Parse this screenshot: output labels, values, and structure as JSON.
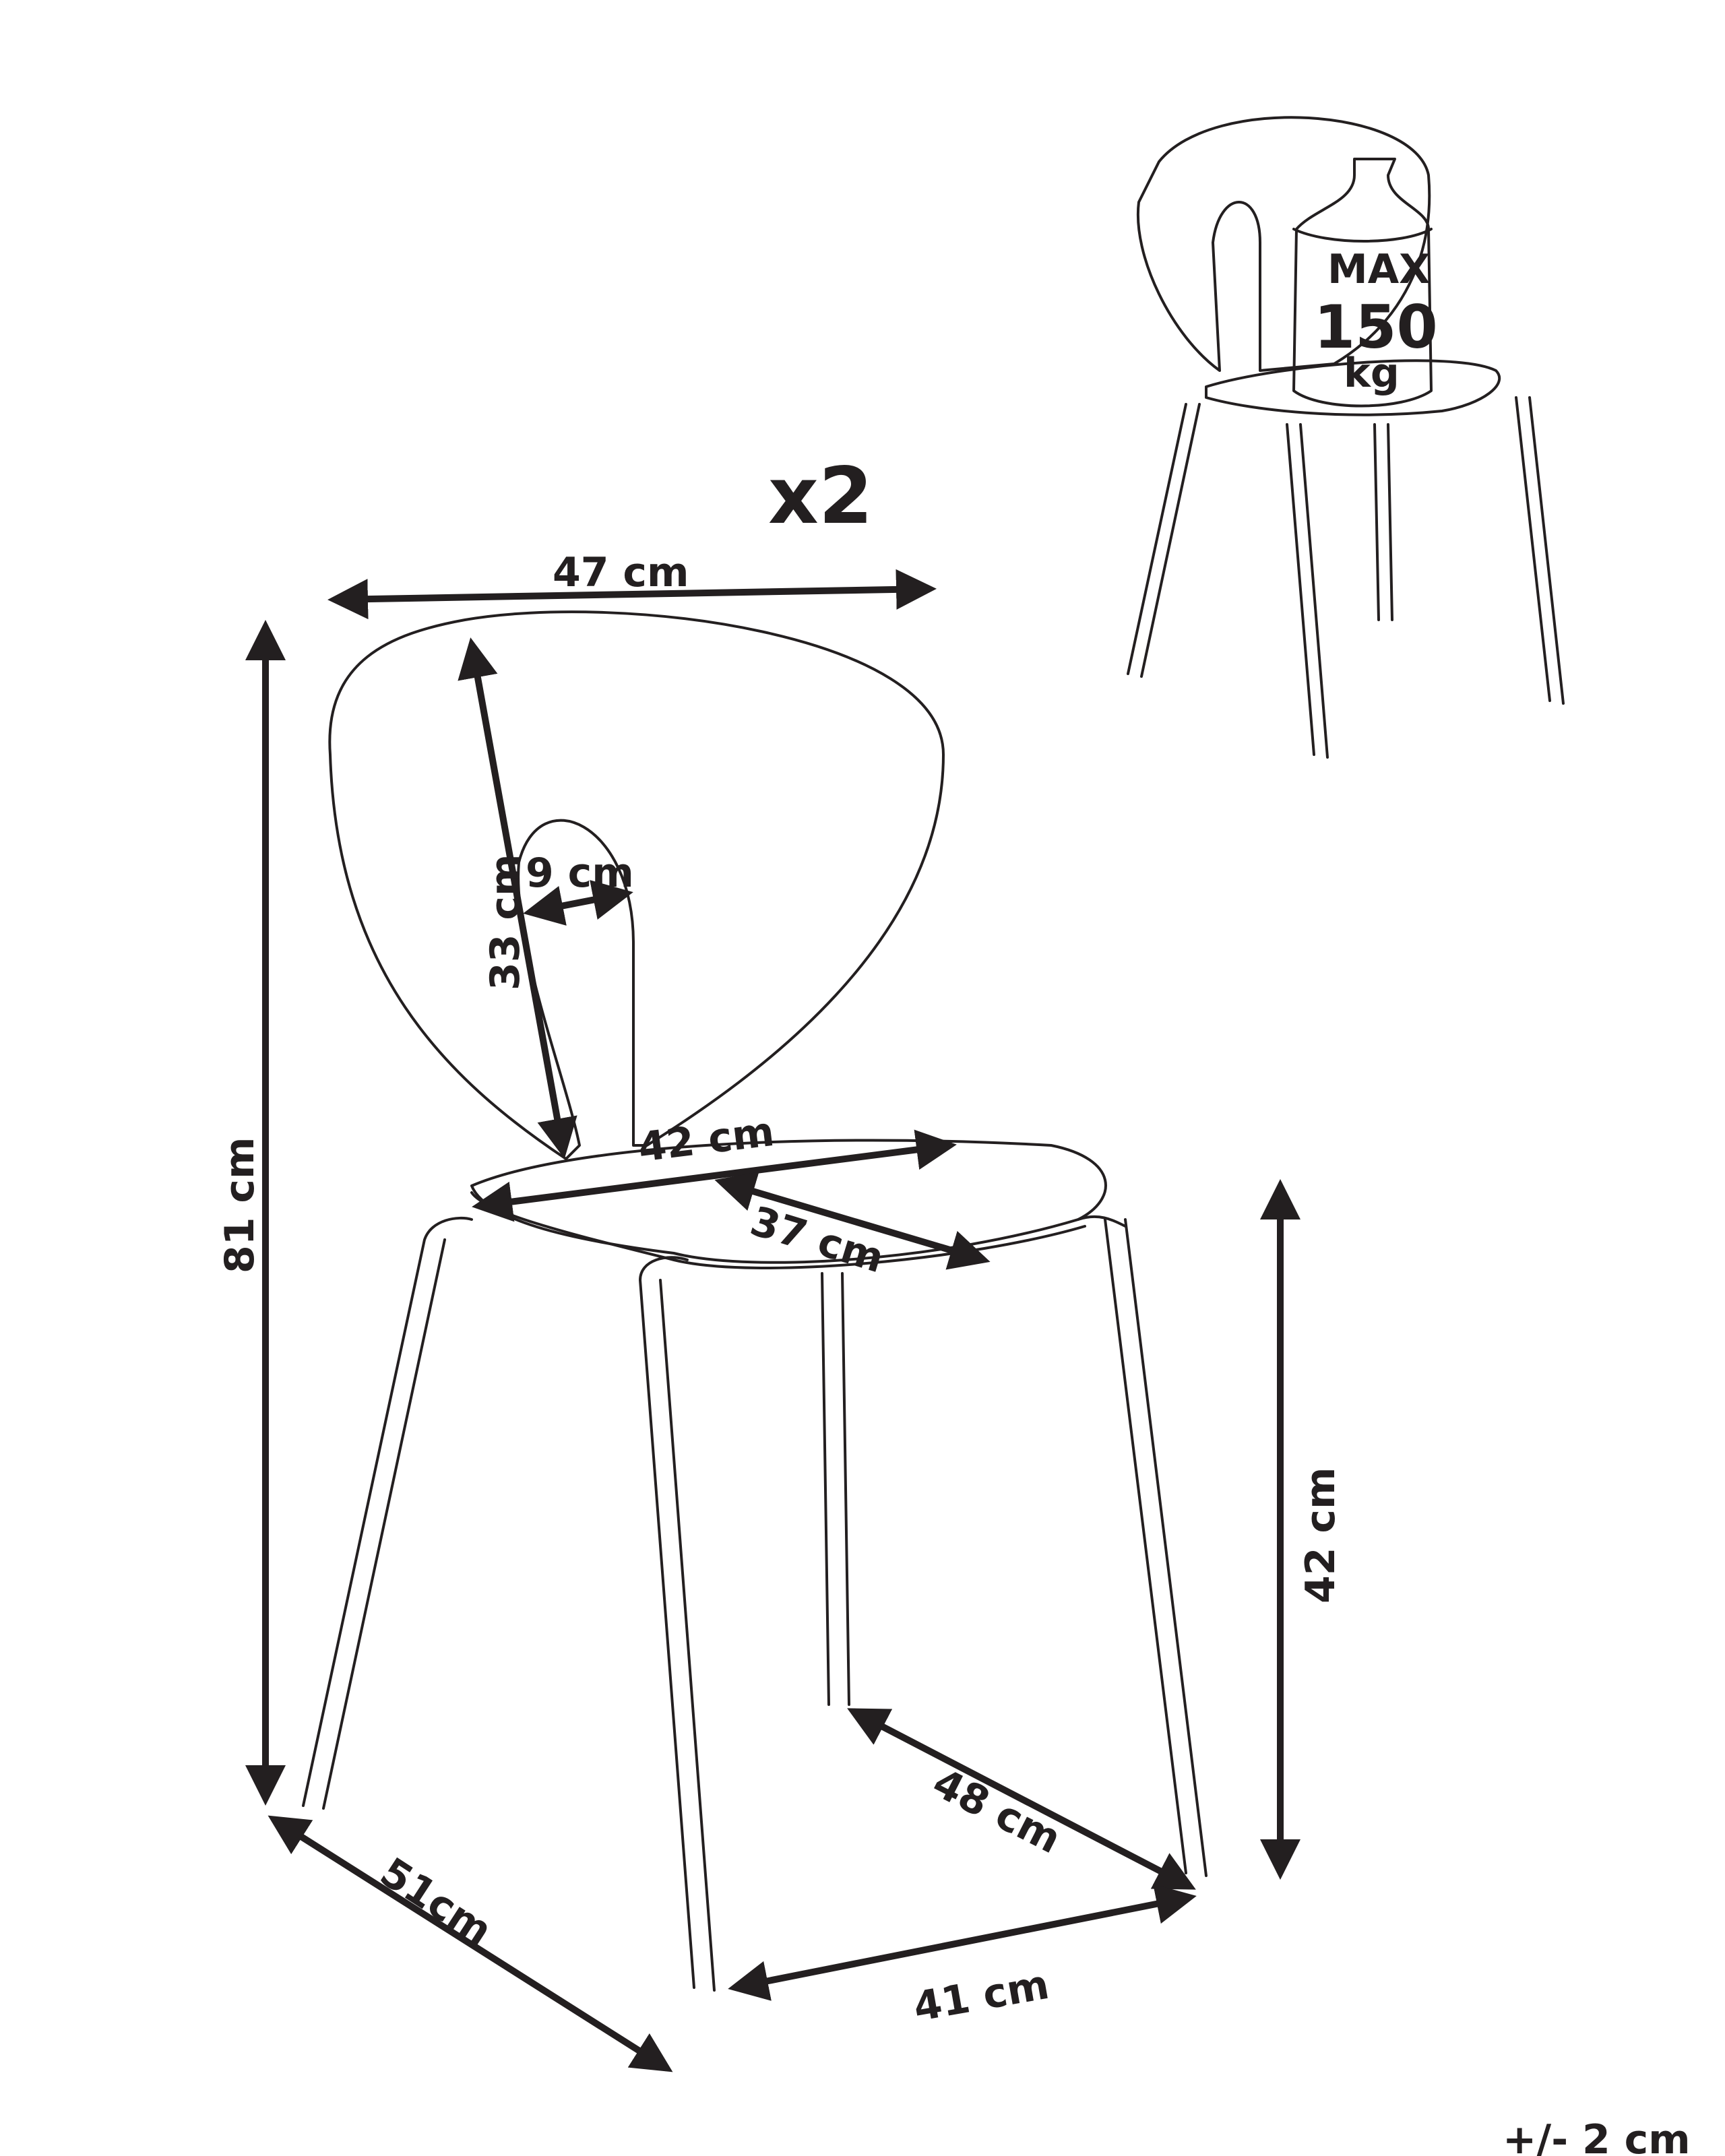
{
  "quantity": "x2",
  "tolerance": "+/- 2 cm",
  "max_load": {
    "line1": "MAX",
    "line2": "150",
    "line3": "kg"
  },
  "dimensions": {
    "backrest_width": "47 cm",
    "total_height": "81 cm",
    "backrest_height": "33 cm",
    "backrest_opening": "9 cm",
    "seat_width": "42 cm",
    "seat_depth": "37 cm",
    "seat_height": "42 cm",
    "base_depth_side": "48 cm",
    "base_width_front": "41 cm",
    "base_depth": "51cm"
  },
  "colors": {
    "line": "#231f20",
    "background": "#ffffff"
  }
}
